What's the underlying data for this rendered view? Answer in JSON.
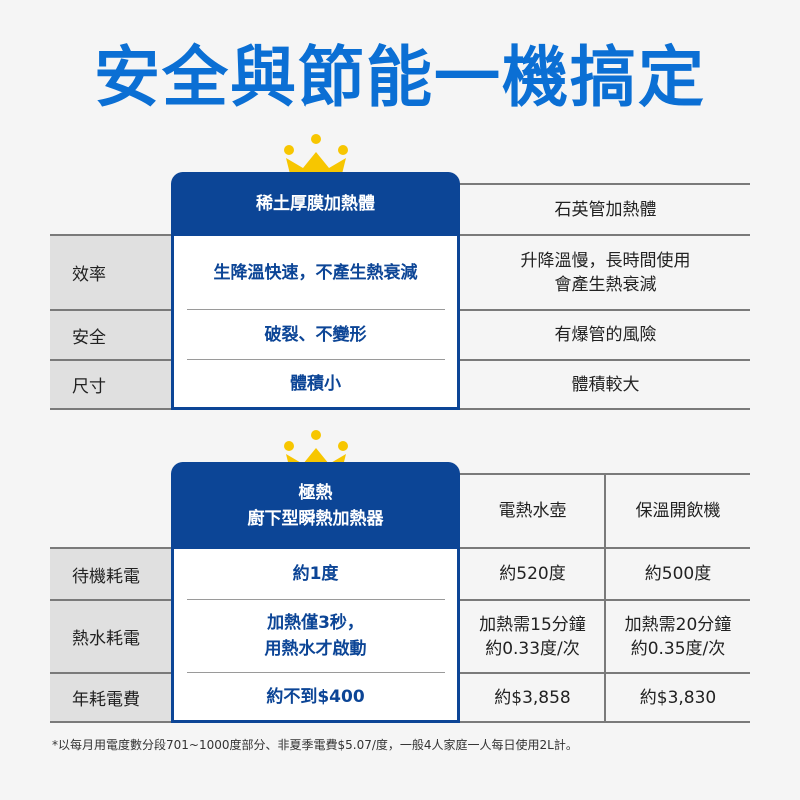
{
  "title": "安全與節能一機搞定",
  "colors": {
    "title": "#0b6fd4",
    "highlight": "#0c4596",
    "crown": "#f7c600",
    "label_bg": "#e0e0e0",
    "background": "#f5f5f5"
  },
  "table1": {
    "highlight_header": "稀土厚膜加熱體",
    "compare_header": "石英管加熱體",
    "rows": [
      {
        "label": "效率",
        "highlight": "生降溫快速，不產生熱衰減",
        "compare": [
          "升降溫慢，長時間使用",
          "會產生熱衰減"
        ]
      },
      {
        "label": "安全",
        "highlight": "破裂、不變形",
        "compare": [
          "有爆管的風險"
        ]
      },
      {
        "label": "尺寸",
        "highlight": "體積小",
        "compare": [
          "體積較大"
        ]
      }
    ]
  },
  "table2": {
    "highlight_header": [
      "極熱",
      "廚下型瞬熱加熱器"
    ],
    "compare_headers": [
      "電熱水壺",
      "保溫開飲機"
    ],
    "rows": [
      {
        "label": "待機耗電",
        "highlight": [
          "約1度"
        ],
        "compare": [
          [
            "約520度"
          ],
          [
            "約500度"
          ]
        ]
      },
      {
        "label": "熱水耗電",
        "highlight": [
          "加熱僅3秒，",
          "用熱水才啟動"
        ],
        "compare": [
          [
            "加熱需15分鐘",
            "約0.33度/次"
          ],
          [
            "加熱需20分鐘",
            "約0.35度/次"
          ]
        ]
      },
      {
        "label": "年耗電費",
        "highlight": [
          "約不到$400"
        ],
        "compare": [
          [
            "約$3,858"
          ],
          [
            "約$3,830"
          ]
        ]
      }
    ]
  },
  "footnote": "*以每月用電度數分段701~1000度部分、非夏季電費$5.07/度，一般4人家庭一人每日使用2L計。"
}
